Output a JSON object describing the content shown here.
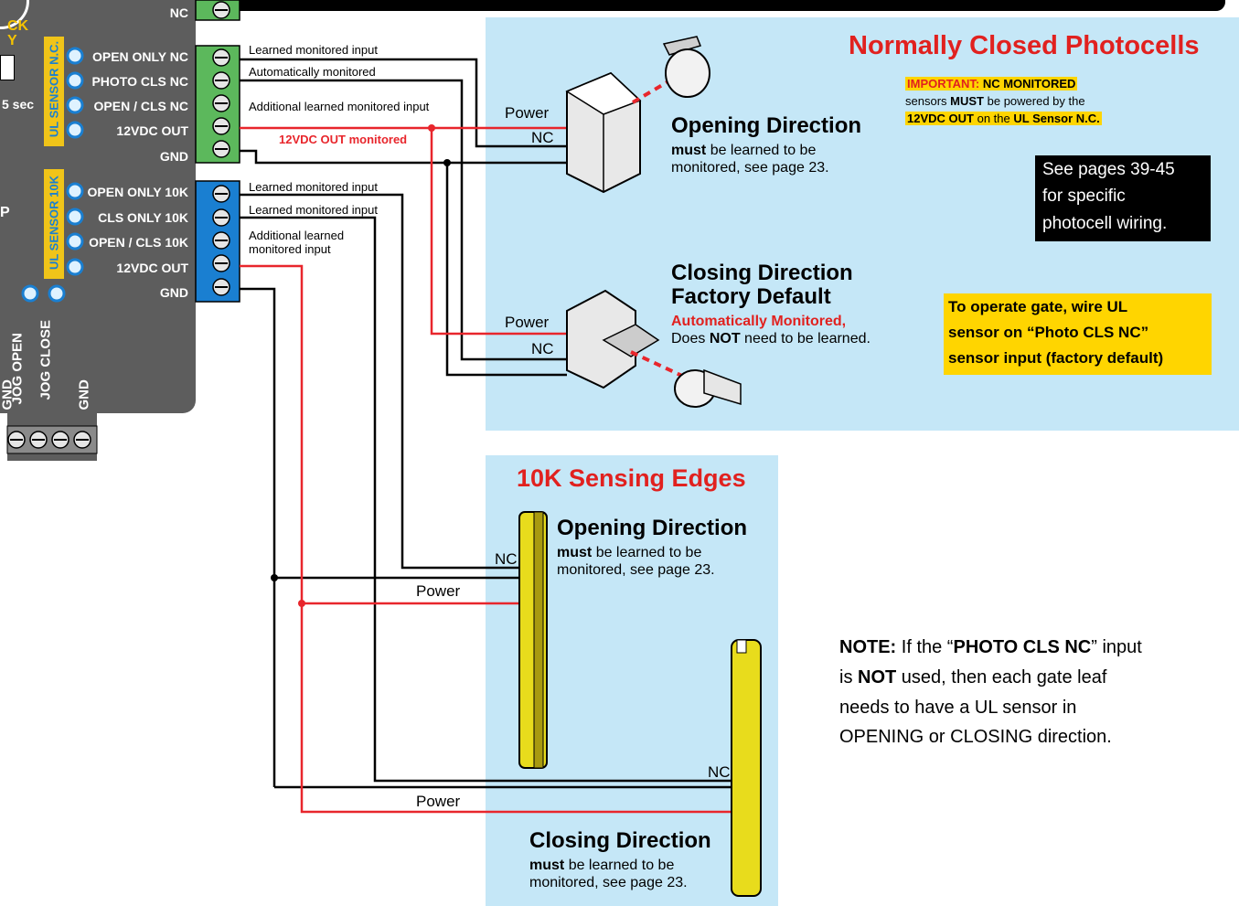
{
  "colors": {
    "panel_bg": "#c5e7f7",
    "board": "#5d5d5d",
    "nc_terminal": "#5cb85c",
    "k10_terminal": "#1a7fd1",
    "wire_red": "#e8262c",
    "title_red": "#e1211f",
    "highlight_yellow": "#ffd500",
    "edge_yellow": "#e8dc1c"
  },
  "board": {
    "fragment_top": "CK",
    "fragment_second": "Y",
    "fragment_sec": "5 sec",
    "fragment_p": "P",
    "top_nc": "NC",
    "ul_nc_label": "UL SENSOR N.C.",
    "ul_10k_label": "UL SENSOR 10K",
    "nc_terminals": [
      "OPEN ONLY NC",
      "PHOTO CLS NC",
      "OPEN / CLS NC",
      "12VDC OUT",
      "GND"
    ],
    "k10_terminals": [
      "OPEN ONLY 10K",
      "CLS ONLY 10K",
      "OPEN / CLS 10K",
      "12VDC OUT",
      "GND"
    ],
    "bottom_labels": [
      "GND",
      "JOG OPEN",
      "JOG CLOSE",
      "GND"
    ]
  },
  "wire_labels": {
    "nc_learned": "Learned monitored input",
    "nc_auto": "Automatically monitored",
    "nc_additional": "Additional learned monitored input",
    "nc_12v": "12VDC OUT monitored",
    "k10_learned_1": "Learned monitored input",
    "k10_learned_2": "Learned monitored input",
    "k10_additional_1": "Additional learned",
    "k10_additional_2": "monitored input"
  },
  "photocells": {
    "title": "Normally Closed Photocells",
    "important_prefix": "IMPORTANT:",
    "important_nc": "NC MONITORED",
    "important_sensors": "sensors",
    "important_must": "MUST",
    "important_powered": "be powered by the",
    "important_12v": "12VDC OUT",
    "important_on": "on the",
    "important_ul": "UL Sensor N.C.",
    "opening_power": "Power",
    "opening_nc": "NC",
    "opening_title": "Opening Direction",
    "opening_must": "must",
    "opening_line1": "be learned to be",
    "opening_line2": "monitored, see page 23.",
    "see_pages": [
      "See pages 39-45",
      "for specific",
      "photocell wiring."
    ],
    "closing_title_1": "Closing Direction",
    "closing_title_2": "Factory Default",
    "closing_auto": "Automatically Monitored,",
    "closing_does": "Does",
    "closing_not": "NOT",
    "closing_rest": "need to be learned.",
    "closing_power": "Power",
    "closing_nc": "NC",
    "operate_note": [
      "To operate gate, wire UL",
      "sensor on “Photo CLS NC”",
      "sensor input (factory default)"
    ]
  },
  "edges": {
    "title": "10K Sensing Edges",
    "opening_title": "Opening Direction",
    "opening_must": "must",
    "opening_line1": "be learned to be",
    "opening_line2": "monitored, see page 23.",
    "opening_nc": "NC",
    "opening_power": "Power",
    "closing_nc": "NC",
    "closing_power": "Power",
    "closing_title": "Closing Direction",
    "closing_must": "must",
    "closing_line1": "be learned to be",
    "closing_line2": "monitored, see page 23."
  },
  "note": {
    "prefix": "NOTE:",
    "if_the": "If the “",
    "photo": "PHOTO CLS NC",
    "input": "” input",
    "is": "is",
    "not": "NOT",
    "used": "used, then each gate leaf",
    "line3": "needs to have a UL sensor in",
    "line4": "OPENING or CLOSING direction."
  }
}
